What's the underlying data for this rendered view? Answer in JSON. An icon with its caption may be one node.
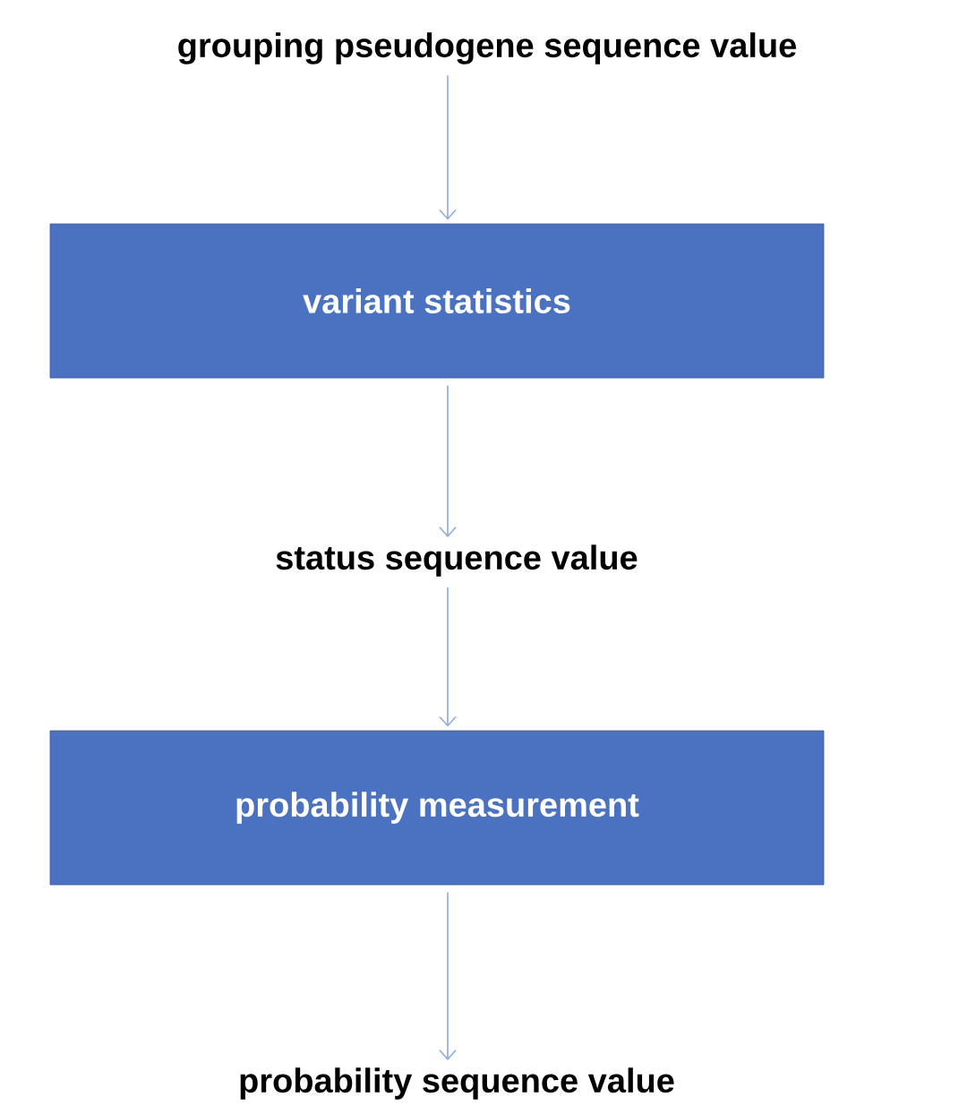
{
  "diagram": {
    "nodes": [
      {
        "text": [
          "grouping pseudogene sequence value"
        ]
      },
      {
        "text": [
          "variant statistics"
        ]
      },
      {
        "text": [
          "status sequence value"
        ]
      },
      {
        "text": [
          "probability measurement"
        ]
      },
      {
        "text": [
          "probability sequence value"
        ]
      }
    ],
    "edges": [
      {
        "from": 0,
        "to": 1,
        "arrow": "to"
      },
      {
        "from": 1,
        "to": 2,
        "arrow": "to"
      },
      {
        "from": 2,
        "to": 3,
        "arrow": "to"
      },
      {
        "from": 3,
        "to": 4,
        "arrow": "to"
      }
    ]
  }
}
